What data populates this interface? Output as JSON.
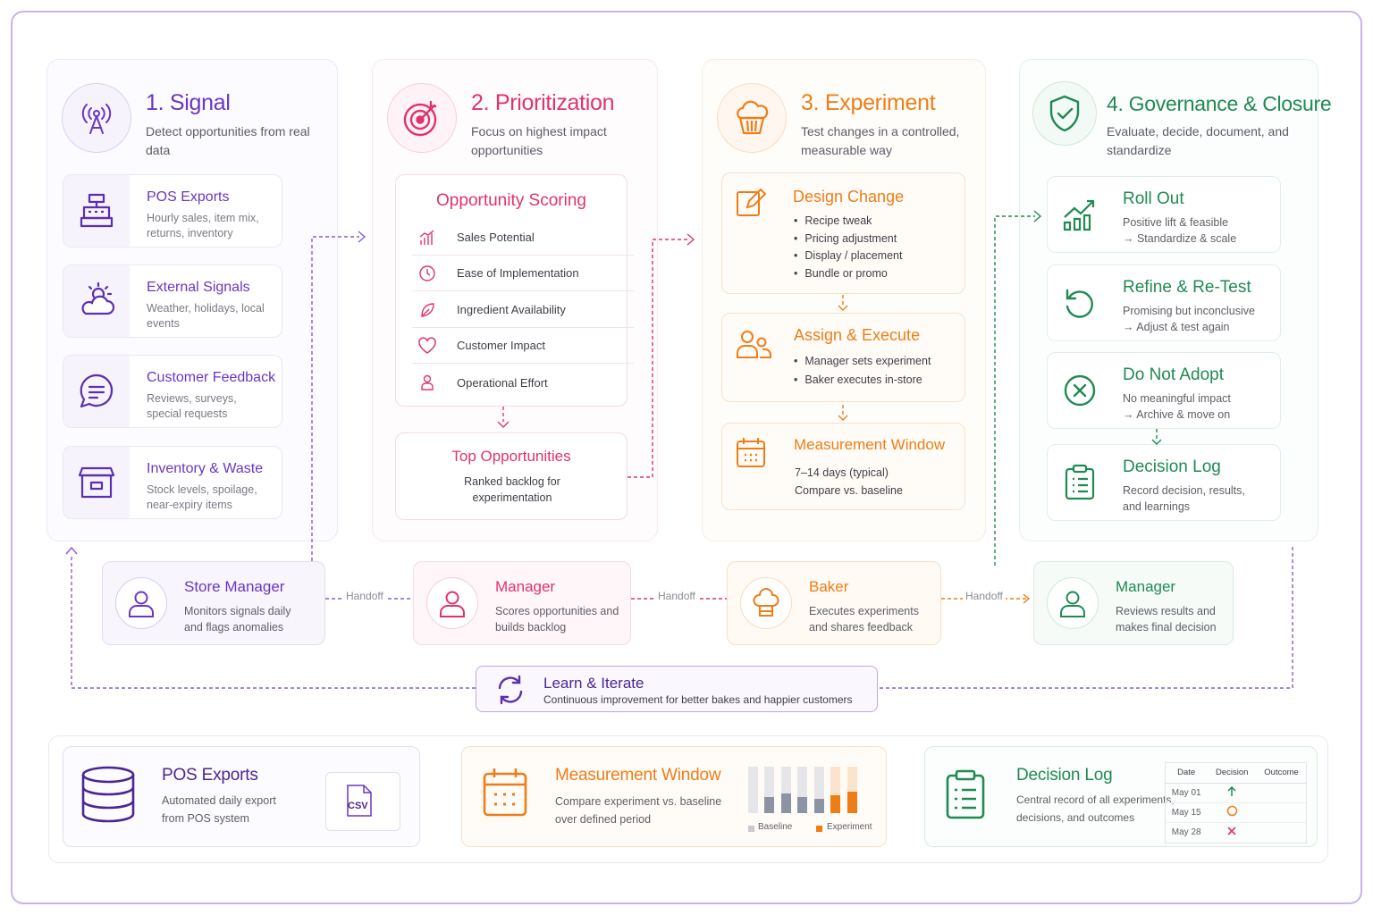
{
  "columns": {
    "signal": {
      "title": "1. Signal",
      "subtitle": "Detect opportunities from real data",
      "icon": "antenna-icon",
      "color": "#6a36c4",
      "items": [
        {
          "title": "POS Exports",
          "desc": "Hourly sales, item mix, returns, inventory",
          "icon": "register-icon"
        },
        {
          "title": "External Signals",
          "desc": "Weather, holidays, local events",
          "icon": "weather-icon"
        },
        {
          "title": "Customer Feedback",
          "desc": "Reviews, surveys, special requests",
          "icon": "chat-icon"
        },
        {
          "title": "Inventory & Waste",
          "desc": "Stock levels, spoilage, near-expiry items",
          "icon": "archive-icon"
        }
      ]
    },
    "prioritization": {
      "title": "2. Prioritization",
      "subtitle": "Focus on highest impact opportunities",
      "icon": "target-icon",
      "color": "#e0336e",
      "scoring_title": "Opportunity Scoring",
      "criteria": [
        {
          "label": "Sales Potential",
          "icon": "bar-chart-icon"
        },
        {
          "label": "Ease of Implementation",
          "icon": "clock-icon"
        },
        {
          "label": "Ingredient Availability",
          "icon": "leaf-icon"
        },
        {
          "label": "Customer Impact",
          "icon": "heart-icon"
        },
        {
          "label": "Operational Effort",
          "icon": "person-icon"
        }
      ],
      "top_title": "Top Opportunities",
      "top_desc": "Ranked backlog for experimentation"
    },
    "experiment": {
      "title": "3. Experiment",
      "subtitle": "Test changes in a controlled, measurable way",
      "icon": "cupcake-icon",
      "color": "#ef7d17",
      "design": {
        "title": "Design Change",
        "bullets": [
          "Recipe tweak",
          "Pricing adjustment",
          "Display / placement",
          "Bundle or promo"
        ]
      },
      "assign": {
        "title": "Assign & Execute",
        "bullets": [
          "Manager sets experiment",
          "Baker executes in-store"
        ]
      },
      "measure": {
        "title": "Measurement Window",
        "lines": [
          "7–14 days (typical)",
          "Compare vs. baseline"
        ]
      }
    },
    "governance": {
      "title": "4. Governance & Closure",
      "subtitle": "Evaluate, decide, document, and standardize",
      "icon": "shield-check-icon",
      "color": "#1f8a52",
      "items": [
        {
          "title": "Roll Out",
          "line1": "Positive lift & feasible",
          "line2": "→ Standardize & scale",
          "icon": "growth-chart-icon"
        },
        {
          "title": "Refine & Re-Test",
          "line1": "Promising but inconclusive",
          "line2": "→ Adjust & test again",
          "icon": "refresh-icon"
        },
        {
          "title": "Do Not Adopt",
          "line1": "No meaningful impact",
          "line2": "→ Archive & move on",
          "icon": "x-circle-icon"
        },
        {
          "title": "Decision Log",
          "line1": "Record decision, results,",
          "line2": "and learnings",
          "icon": "clipboard-icon"
        }
      ]
    }
  },
  "roles": [
    {
      "title": "Store Manager",
      "desc": "Monitors signals daily and flags anomalies",
      "color": "#6a36c4"
    },
    {
      "title": "Manager",
      "desc": "Scores opportunities and builds backlog",
      "color": "#e0336e"
    },
    {
      "title": "Baker",
      "desc": "Executes experiments and shares feedback",
      "color": "#ef7d17"
    },
    {
      "title": "Manager",
      "desc": "Reviews results and makes final decision",
      "color": "#1f8a52"
    }
  ],
  "handoff_label": "Handoff",
  "learn": {
    "title": "Learn & Iterate",
    "desc": "Continuous improvement for better bakes and happier customers"
  },
  "bottom": {
    "pos": {
      "title": "POS Exports",
      "desc1": "Automated daily export",
      "desc2": "from POS system",
      "file_label": "CSV"
    },
    "measure": {
      "title": "Measurement Window",
      "desc1": "Compare experiment vs. baseline",
      "desc2": "over defined period",
      "legend_baseline": "Baseline",
      "legend_experiment": "Experiment"
    },
    "log": {
      "title": "Decision Log",
      "desc1": "Central record of all experiments,",
      "desc2": "decisions, and outcomes",
      "headers": [
        "Date",
        "Decision",
        "Outcome"
      ],
      "rows": [
        {
          "date": "May 01",
          "decision": "arrow-up-icon"
        },
        {
          "date": "May 15",
          "decision": "circle-icon"
        },
        {
          "date": "May 28",
          "decision": "x-icon"
        }
      ]
    }
  },
  "colors": {
    "purple": "#6a36c4",
    "pink": "#e0336e",
    "orange": "#ef7d17",
    "green": "#1f8a52",
    "frame": "#c9b3ea"
  }
}
